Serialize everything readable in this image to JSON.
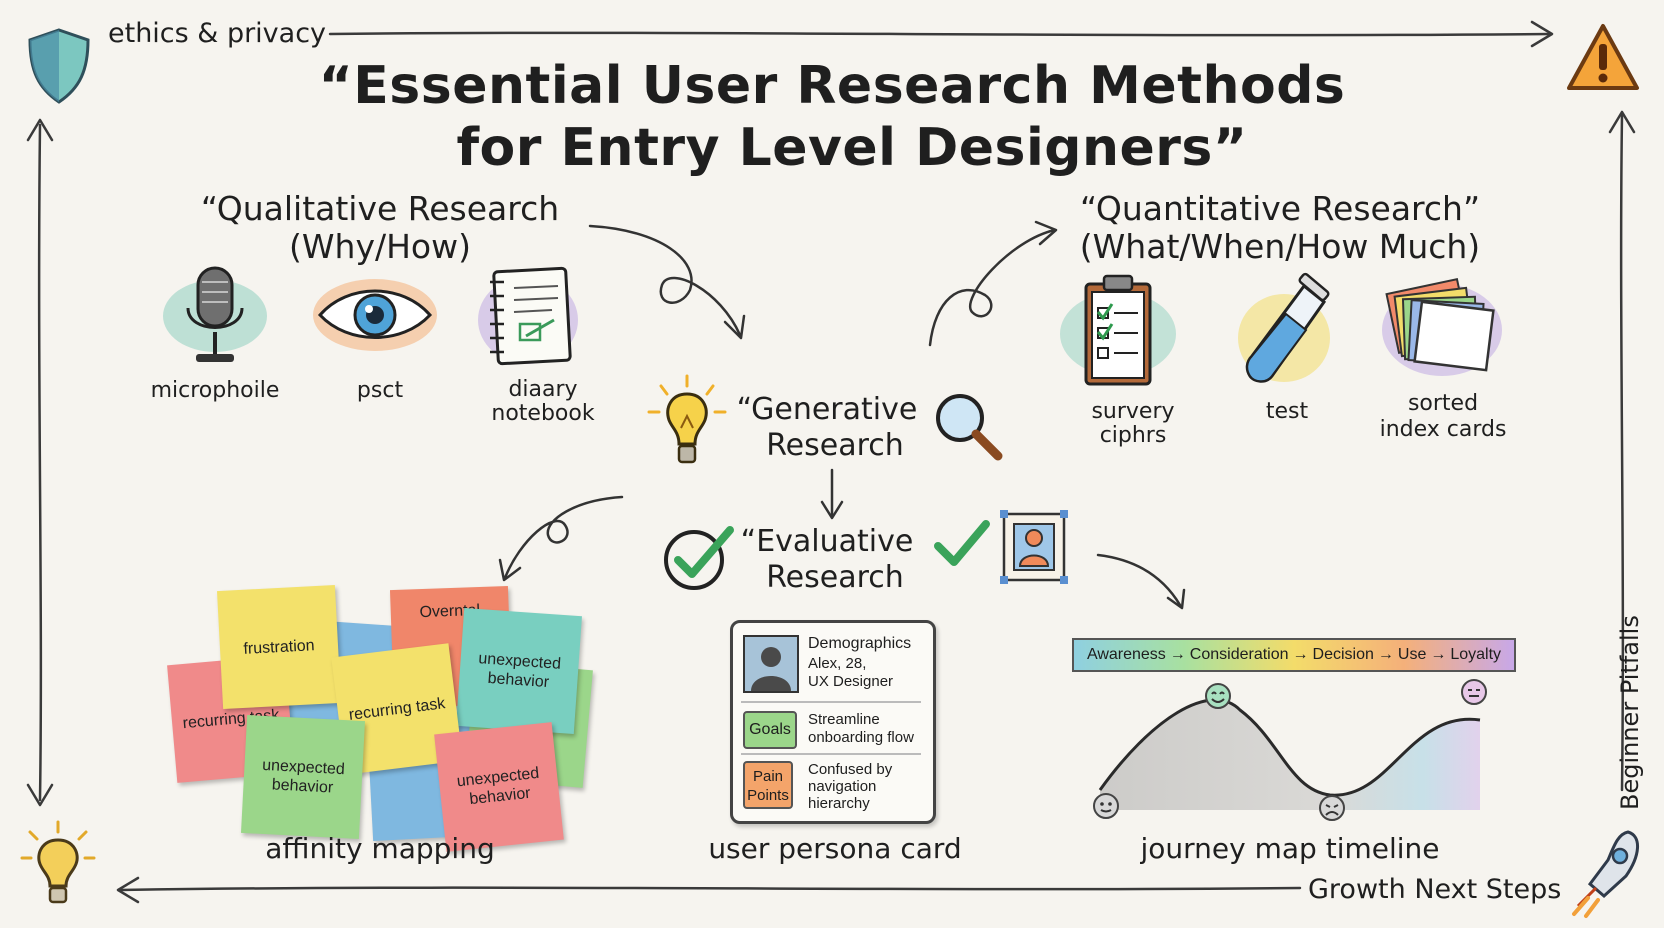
{
  "corners": {
    "top_left": "ethics & privacy",
    "bottom_right": "Growth Next Steps",
    "right_vertical": "Beginner Pitfalls"
  },
  "title": {
    "line1": "“Essential User Research Methods",
    "line2": "for Entry Level Designers”"
  },
  "qualitative": {
    "heading1": "“Qualitative Research",
    "heading2": "(Why/How)",
    "items": [
      "microphoile",
      "psct",
      "diaary",
      "notebook"
    ]
  },
  "quantitative": {
    "heading1": "“Quantitative Research”",
    "heading2": "(What/When/How Much)",
    "items": [
      "survery",
      "ciphrs",
      "test",
      "sorted",
      "index cards"
    ]
  },
  "generative": {
    "line1": "“Generative",
    "line2": "Research"
  },
  "evaluative": {
    "line1": "“Evaluative",
    "line2": "Research"
  },
  "affinity": {
    "notes": [
      "frustration",
      "recurring task",
      "Overntal",
      "unexpected behavior",
      "recurring task",
      "unexpected behavior",
      "unexpected behavior"
    ],
    "label": "affinity mapping"
  },
  "persona": {
    "demographics_title": "Demographics",
    "demographics_line1": "Alex, 28,",
    "demographics_line2": "UX Designer",
    "goals_tag": "Goals",
    "goals_line1": "Streamline",
    "goals_line2": "onboarding flow",
    "pain_tag1": "Pain",
    "pain_tag2": "Points",
    "pain_line1": "Confused by",
    "pain_line2": "navigation",
    "pain_line3": "hierarchy",
    "label": "user persona card"
  },
  "journey": {
    "stages": [
      "Awareness",
      "Consideration",
      "Decision",
      "Use",
      "Loyalty"
    ],
    "arrow": "→",
    "label": "journey map timeline"
  },
  "colors": {
    "note_yellow": "#f3e16b",
    "note_pink": "#f08a8a",
    "note_blue": "#7fb8e0",
    "note_green": "#9bd68a",
    "note_orange": "#f0866a",
    "note_teal": "#79cfc0",
    "alert_orange": "#f4a43a",
    "shield_teal": "#5aa9a0",
    "check_green": "#3aa35a"
  },
  "icons": [
    "shield-icon",
    "warning-icon",
    "lightbulb-icon",
    "rocket-icon",
    "microphone-icon",
    "eye-icon",
    "notebook-icon",
    "clipboard-icon",
    "test-tube-icon",
    "index-cards-icon",
    "magnifier-icon",
    "checkmark-icon",
    "persona-frame-icon"
  ]
}
